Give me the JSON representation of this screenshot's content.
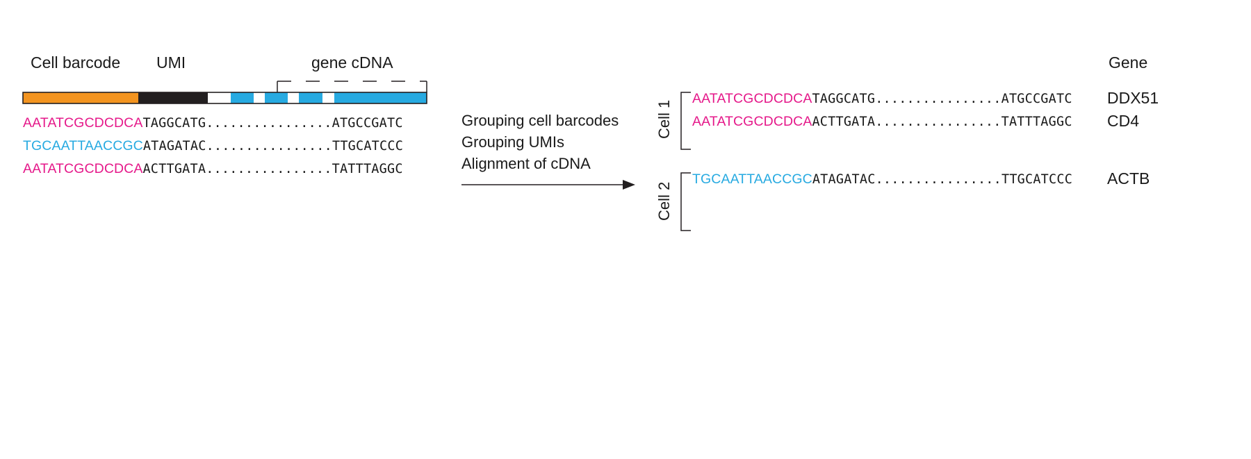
{
  "colors": {
    "barcode_orange": "#F39420",
    "umi_black": "#231F20",
    "cdna_blue": "#27AAE1",
    "barcode_magenta": "#E5198A",
    "barcode_cyan": "#27AAE1",
    "text": "#1a1a1a"
  },
  "read_structure": {
    "cell_barcode_label": "Cell barcode",
    "umi_label": "UMI",
    "gene_cdna_label": "gene cDNA"
  },
  "input_reads": [
    {
      "barcode": "AATATCGCDCDCA",
      "barcode_color": "magenta",
      "umi": "TAGGCATG",
      "dots": "................",
      "cdna_end": "ATGCCGATC"
    },
    {
      "barcode": "TGCAATTAACCGC",
      "barcode_color": "cyan",
      "umi": "ATAGATAC",
      "dots": "................",
      "cdna_end": "TTGCATCCC"
    },
    {
      "barcode": "AATATCGCDCDCA",
      "barcode_color": "magenta",
      "umi": "ACTTGATA",
      "dots": "................",
      "cdna_end": "TATTTAGGC"
    }
  ],
  "processing_steps": [
    "Grouping cell barcodes",
    "Grouping UMIs",
    "Alignment of cDNA"
  ],
  "output": {
    "gene_header": "Gene",
    "cells": [
      {
        "label": "Cell 1",
        "reads": [
          {
            "barcode": "AATATCGCDCDCA",
            "barcode_color": "magenta",
            "umi": "TAGGCATG",
            "dots": "................",
            "cdna_end": "ATGCCGATC",
            "gene": "DDX51"
          },
          {
            "barcode": "AATATCGCDCDCA",
            "barcode_color": "magenta",
            "umi": "ACTTGATA",
            "dots": "................",
            "cdna_end": "TATTTAGGC",
            "gene": "CD4"
          }
        ]
      },
      {
        "label": "Cell 2",
        "reads": [
          {
            "barcode": "TGCAATTAACCGC",
            "barcode_color": "cyan",
            "umi": "ATAGATAC",
            "dots": "................",
            "cdna_end": "TTGCATCCC",
            "gene": "ACTB"
          }
        ]
      }
    ]
  }
}
